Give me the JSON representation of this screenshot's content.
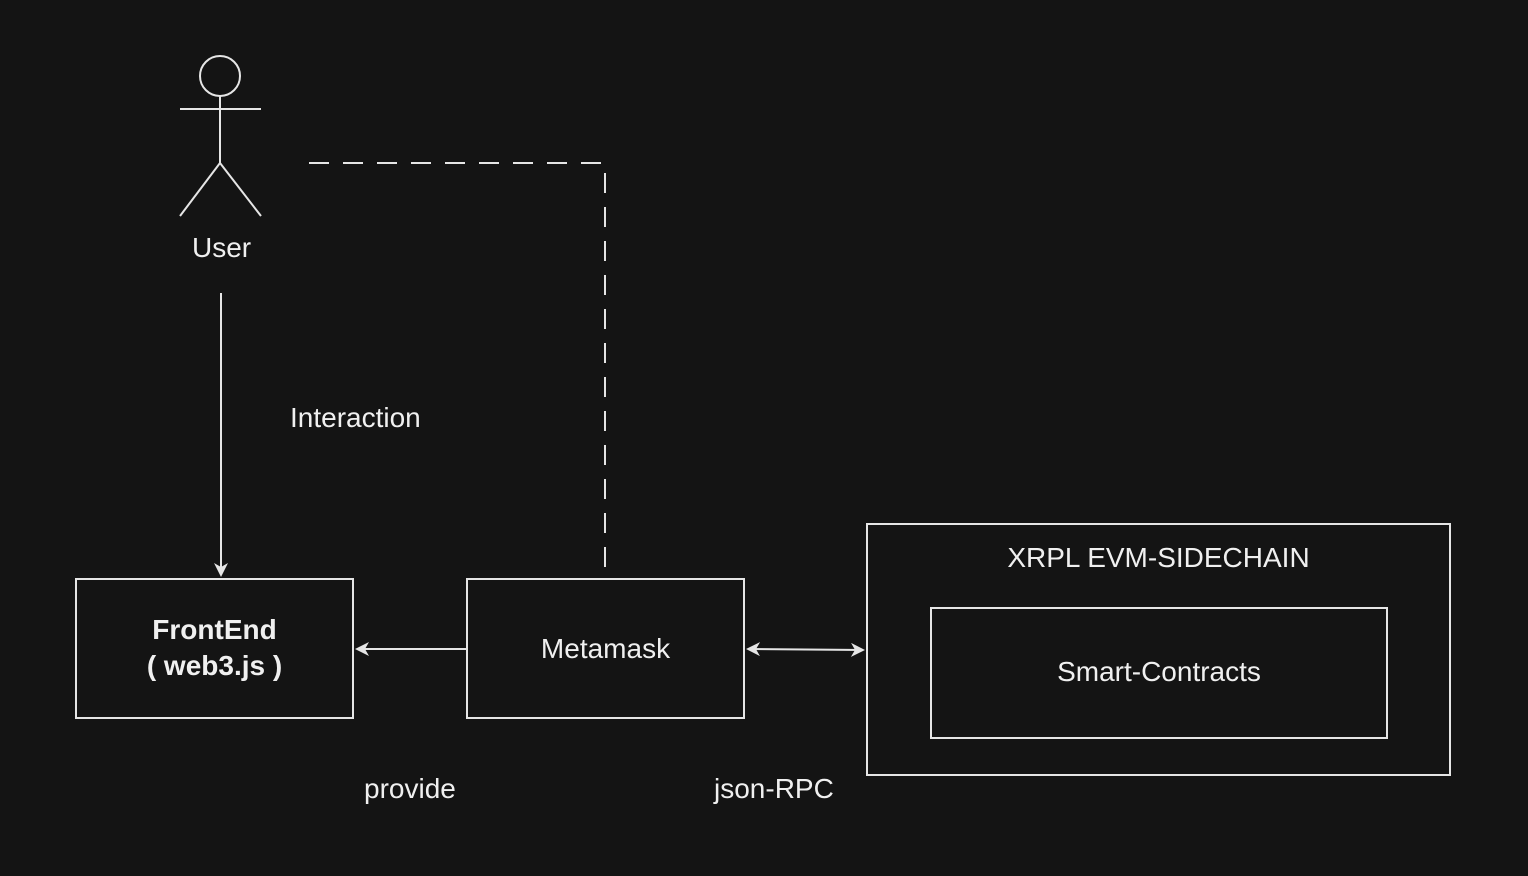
{
  "actor": {
    "label": "User"
  },
  "connections": {
    "user_to_frontend": "Interaction",
    "metamask_to_frontend": "provide",
    "metamask_to_sidechain": "json-RPC"
  },
  "frontend": {
    "title": "FrontEnd",
    "subtitle": "( web3.js )"
  },
  "metamask": {
    "label": "Metamask"
  },
  "sidechain": {
    "title": "XRPL EVM-SIDECHAIN",
    "inner_label": "Smart-Contracts"
  },
  "colors": {
    "background": "#141414",
    "stroke": "#e6e6e6",
    "text": "#f0f0f0"
  }
}
